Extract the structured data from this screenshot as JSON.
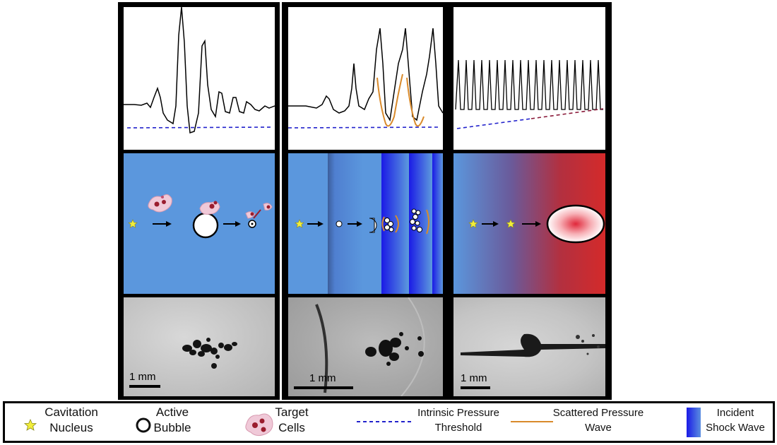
{
  "panels": [
    {
      "id": "histotripsy-shock-scattering",
      "scale_label": "1 mm"
    },
    {
      "id": "intrinsic-threshold",
      "scale_label": "1 mm"
    },
    {
      "id": "thermal-boiling",
      "scale_label": "1 mm"
    }
  ],
  "legend": {
    "nucleus": {
      "line1": "Cavitation",
      "line2": "Nucleus",
      "icon": "yellow-star-icon"
    },
    "bubble": {
      "line1": "Active",
      "line2": "Bubble",
      "icon": "white-circle-icon"
    },
    "cells": {
      "line1": "Target",
      "line2": "Cells",
      "icon": "cell-cluster-icon"
    },
    "threshold": {
      "line1": "Intrinsic Pressure",
      "line2": "Threshold",
      "style": "dashed blue line"
    },
    "scattered": {
      "line1": "Scattered Pressure",
      "line2": "Wave",
      "style": "solid orange line"
    },
    "shock": {
      "line1": "Incident",
      "line2": "Shock Wave",
      "style": "blue gradient bar"
    }
  },
  "colors": {
    "background_blue": "#5b97dd",
    "threshold_blue": "#2222cc",
    "scattered_orange": "#d98a2b",
    "shock_blue": "#1a1ae6",
    "heat_red": "#d42a2a",
    "star_yellow": "#f2ee3a"
  }
}
